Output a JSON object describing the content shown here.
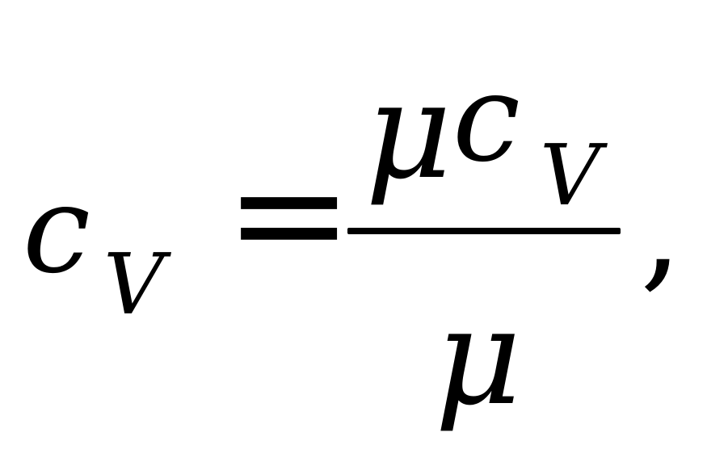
{
  "formula": {
    "lhs": {
      "symbol": "c",
      "subscript": "V"
    },
    "relation": "=",
    "fraction": {
      "numerator": {
        "factor": "μ",
        "symbol": "c",
        "subscript": "V"
      },
      "denominator": "μ"
    },
    "trailing": ","
  }
}
